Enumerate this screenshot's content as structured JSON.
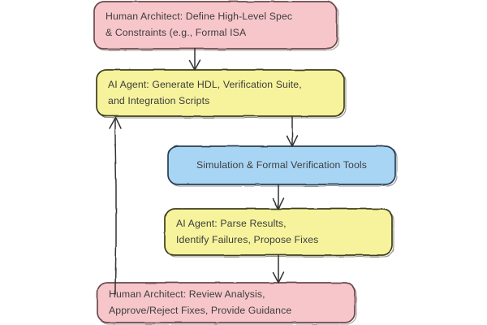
{
  "diagram": {
    "type": "flowchart",
    "orientation": "top-to-bottom",
    "background": "#ffffff",
    "style": "hand-drawn-sketch",
    "colors": {
      "human_fill": "#f7c6cb",
      "human_stroke": "#6b4a4e",
      "ai_fill": "#f6f39c",
      "ai_stroke": "#3d3d1f",
      "tools_fill": "#a9d5f5",
      "tools_stroke": "#2c3e50",
      "edge": "#333333",
      "text": "#3d3d3d"
    },
    "nodes": [
      {
        "id": "spec",
        "label": "Human Architect: Define High-Level Spec\n& Constraints (e.g., Formal ISA",
        "role": "human",
        "fill": "#f7c6cb"
      },
      {
        "id": "generate",
        "label": "AI Agent: Generate HDL, Verification Suite,\nand Integration Scripts",
        "role": "ai",
        "fill": "#f6f39c"
      },
      {
        "id": "tools",
        "label": "Simulation & Formal Verification Tools",
        "role": "tool",
        "fill": "#a9d5f5"
      },
      {
        "id": "parse",
        "label": "AI Agent: Parse Results,\nIdentify Failures, Propose Fixes",
        "role": "ai",
        "fill": "#f6f39c"
      },
      {
        "id": "review",
        "label": "Human Architect: Review Analysis,\nApprove/Reject Fixes, Provide Guidance",
        "role": "human",
        "fill": "#f7c6cb"
      }
    ],
    "edges": [
      {
        "id": "e1",
        "from": "spec",
        "to": "generate",
        "label": "",
        "direction": "down"
      },
      {
        "id": "e2",
        "from": "generate",
        "to": "tools",
        "label": "",
        "direction": "down"
      },
      {
        "id": "e3",
        "from": "tools",
        "to": "parse",
        "label": "",
        "direction": "down"
      },
      {
        "id": "e4",
        "from": "parse",
        "to": "review",
        "label": "",
        "direction": "down"
      },
      {
        "id": "e5",
        "from": "review",
        "to": "generate",
        "label": "",
        "direction": "feedback-up-left"
      }
    ]
  }
}
